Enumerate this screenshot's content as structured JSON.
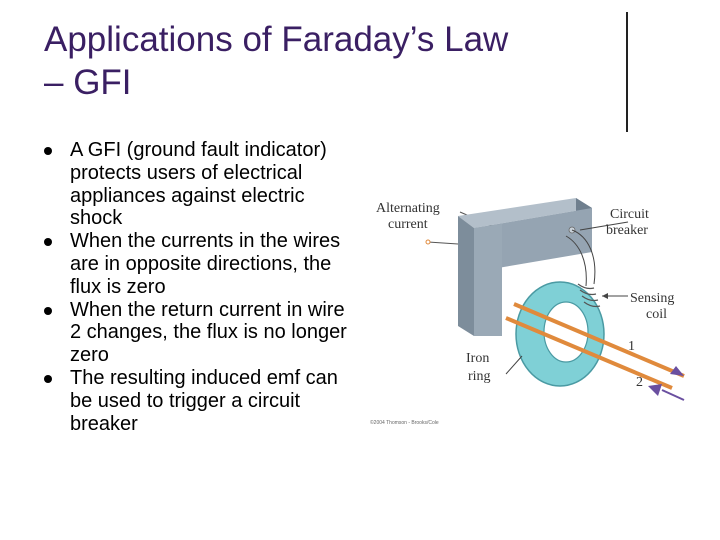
{
  "slide": {
    "title_line1": "Applications of Faraday’s Law",
    "title_line2": "– GFI",
    "bullets": [
      "A GFI (ground fault indicator) protects users of electrical appliances against electric shock",
      "When the currents in the wires are in opposite directions, the flux is zero",
      "When the return current in wire 2 changes, the flux is no longer zero",
      "The resulting induced emf can be used to trigger a circuit breaker"
    ]
  },
  "figure": {
    "label_alt_1": "Alternating",
    "label_alt_2": "current",
    "label_cb_1": "Circuit",
    "label_cb_2": "breaker",
    "label_sense_1": "Sensing",
    "label_sense_2": "coil",
    "label_iron_1": "Iron",
    "label_iron_2": "ring",
    "label_wire1": "1",
    "label_wire2": "2",
    "credit": "©2004 Thomson - Brooks/Cole",
    "colors": {
      "title": "#3a1f63",
      "breaker": "#8b9aa8",
      "ring": "#7fd0d6",
      "wire": "#e08a3c",
      "arrow": "#6a4fa0"
    }
  }
}
